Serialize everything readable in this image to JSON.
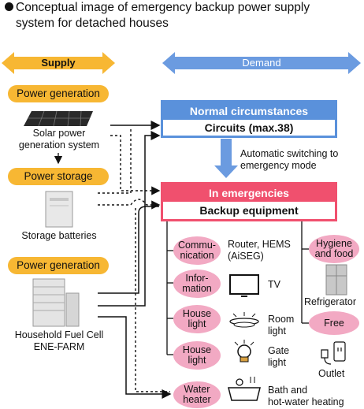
{
  "title": {
    "line1": "Conceptual image of emergency backup power supply",
    "line2": "system for detached houses"
  },
  "supply": {
    "header": "Supply",
    "generation1": "Power generation",
    "solar_line1": "Solar power",
    "solar_line2": "generation system",
    "storage": "Power storage",
    "batteries": "Storage batteries",
    "generation2": "Power generation",
    "fuelcell_line1": "Household Fuel Cell",
    "fuelcell_line2": "ENE-FARM"
  },
  "demand": {
    "header": "Demand",
    "normal_title": "Normal circumstances",
    "normal_sub": "Circuits (max.38)",
    "switch_line1": "Automatic switching to",
    "switch_line2": "emergency mode",
    "emergency_title": "In emergencies",
    "emergency_sub": "Backup equipment"
  },
  "categories": [
    {
      "line1": "Commu-",
      "line2": "nication",
      "item_line1": "Router, HEMS",
      "item_line2": "(AiSEG)"
    },
    {
      "line1": "Infor-",
      "line2": "mation",
      "item_line1": "TV",
      "item_line2": ""
    },
    {
      "line1": "House",
      "line2": "light",
      "item_line1": "Room",
      "item_line2": "light"
    },
    {
      "line1": "House",
      "line2": "light",
      "item_line1": "Gate",
      "item_line2": "light"
    },
    {
      "line1": "Water",
      "line2": "heater",
      "item_line1": "Bath and",
      "item_line2": "hot-water heating"
    }
  ],
  "right_categories": [
    {
      "line1": "Hygiene",
      "line2": "and food",
      "item": "Refrigerator"
    },
    {
      "line1": "Free",
      "line2": "",
      "item": "Outlet"
    }
  ],
  "colors": {
    "supply_arrow": "#f7b733",
    "demand_arrow": "#6b9be0",
    "pill": "#f7b733",
    "normal": "#5a91db",
    "emergency": "#f0506e",
    "oval": "#f2a9c3"
  }
}
